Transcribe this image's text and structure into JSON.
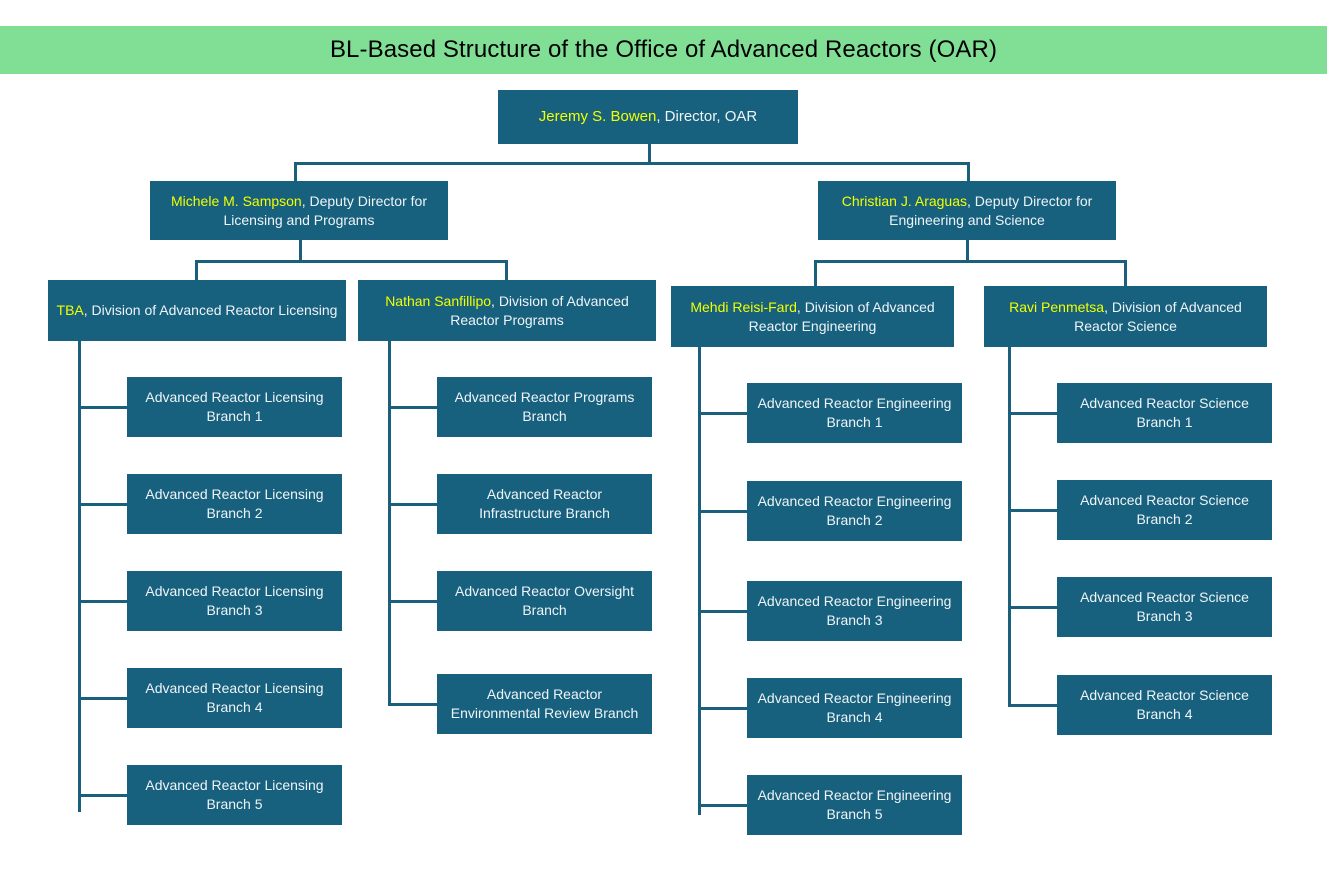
{
  "title": "BL-Based Structure of the Office of Advanced Reactors (OAR)",
  "colors": {
    "banner": "#81df95",
    "node": "#17607e",
    "name_text": "#f2ff00",
    "role_text": "#eef4f7",
    "connector": "#1a5f7c",
    "background": "#ffffff"
  },
  "org": {
    "director": {
      "name": "Jeremy S. Bowen",
      "role": ", Director, OAR"
    },
    "deputies": [
      {
        "name": "Michele M. Sampson",
        "role": ", Deputy Director for Licensing and Programs"
      },
      {
        "name": "Christian J. Araguas",
        "role": ", Deputy Director for Engineering and Science"
      }
    ],
    "divisions": [
      {
        "name": "TBA",
        "role": ", Division of Advanced Reactor Licensing",
        "branches": [
          "Advanced Reactor Licensing Branch 1",
          "Advanced Reactor Licensing Branch 2",
          "Advanced Reactor Licensing Branch 3",
          "Advanced Reactor Licensing Branch 4",
          "Advanced Reactor Licensing Branch 5"
        ]
      },
      {
        "name": "Nathan Sanfillipo",
        "role": ", Division of Advanced Reactor Programs",
        "branches": [
          "Advanced Reactor  Programs Branch",
          "Advanced Reactor Infrastructure Branch",
          "Advanced Reactor  Oversight Branch",
          "Advanced Reactor Environmental Review Branch"
        ]
      },
      {
        "name": "Mehdi Reisi-Fard",
        "role": ", Division of Advanced Reactor Engineering",
        "branches": [
          "Advanced Reactor Engineering Branch 1",
          "Advanced Reactor Engineering Branch 2",
          "Advanced Reactor Engineering Branch 3",
          "Advanced Reactor Engineering Branch 4",
          "Advanced Reactor Engineering Branch 5"
        ]
      },
      {
        "name": "Ravi Penmetsa",
        "role": ", Division of Advanced Reactor Science",
        "branches": [
          "Advanced Reactor Science Branch 1",
          "Advanced Reactor Science Branch 2",
          "Advanced Reactor Science Branch 3",
          "Advanced Reactor Science Branch 4"
        ]
      }
    ]
  }
}
